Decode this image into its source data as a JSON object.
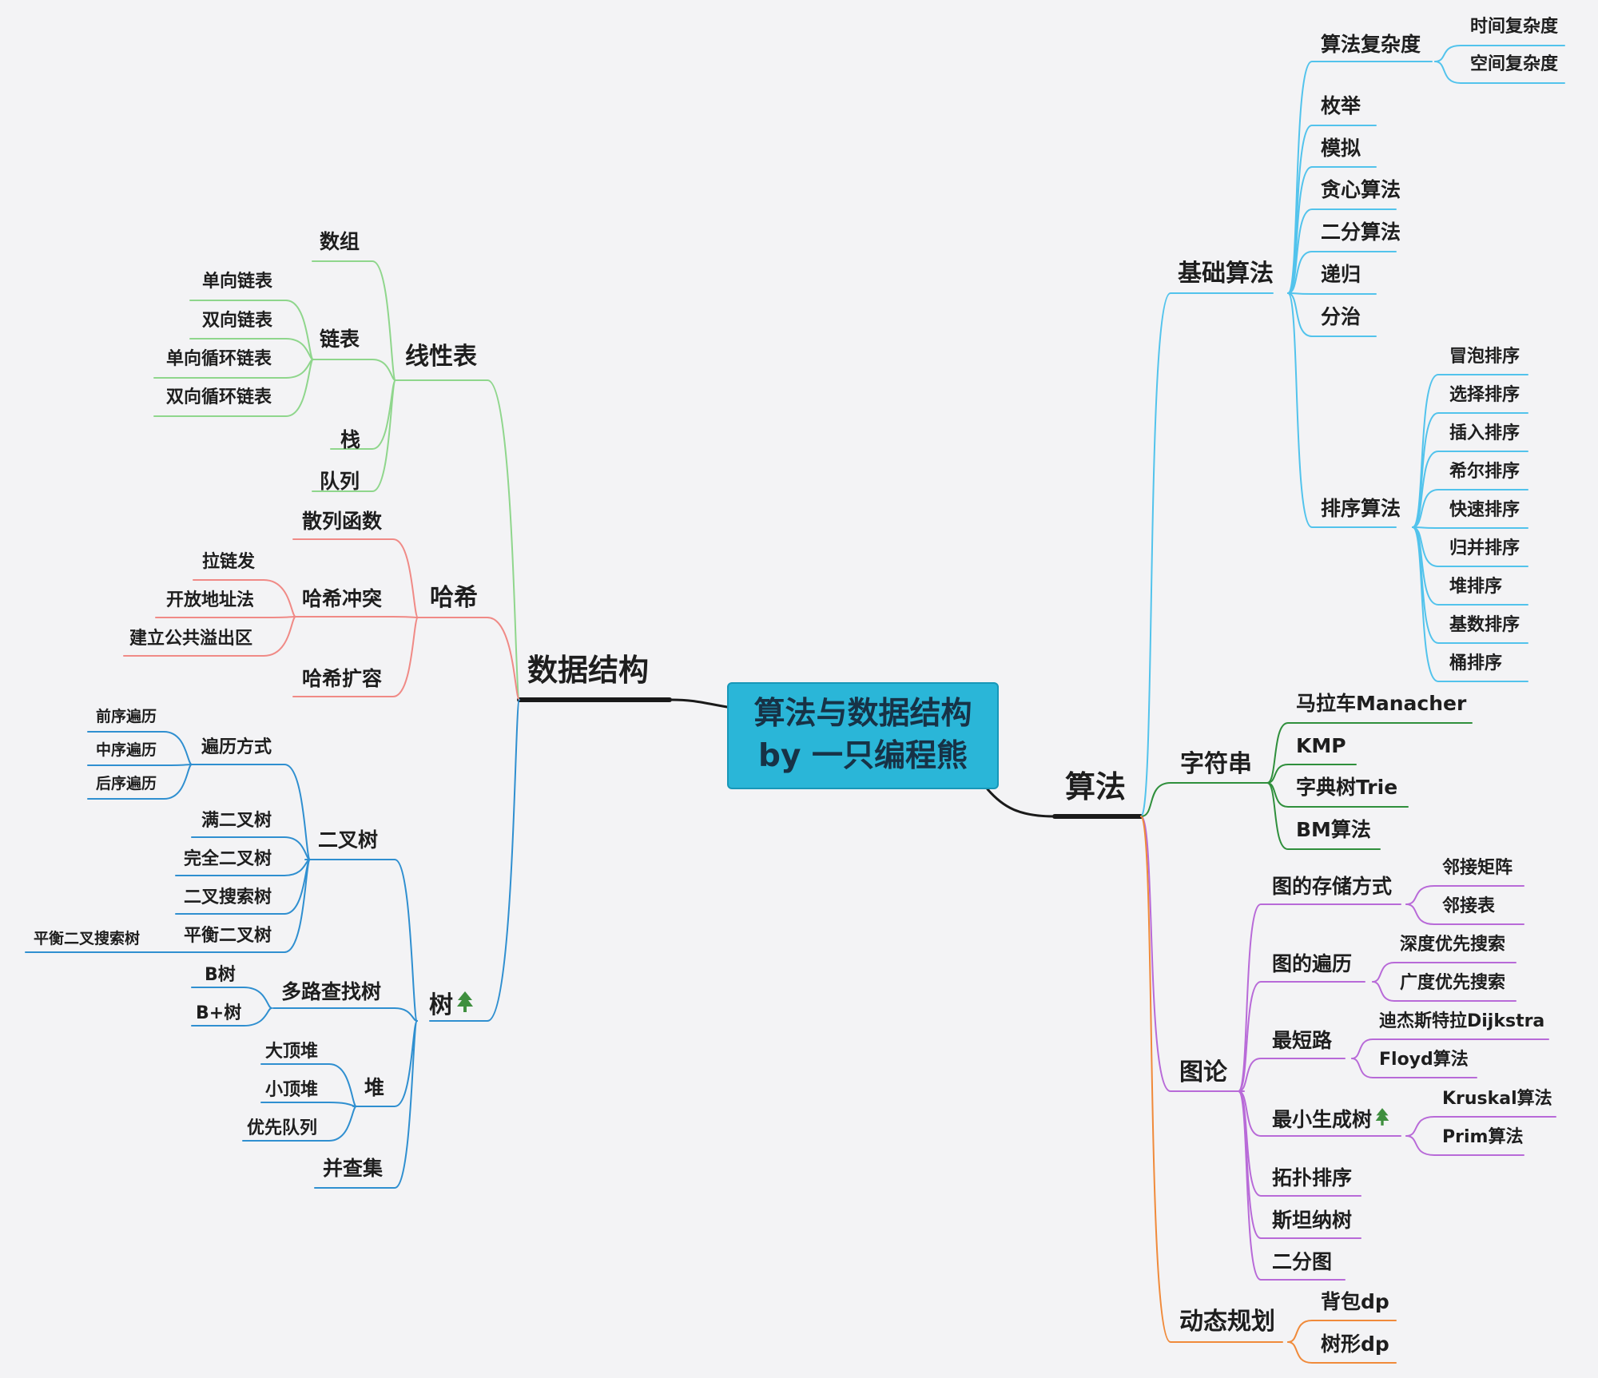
{
  "root": {
    "line1": "算法与数据结构",
    "line2": "by 一只编程熊"
  },
  "branches": {
    "ds": {
      "label": "数据结构",
      "linear": {
        "label": "线性表",
        "array": "数组",
        "linked": {
          "label": "链表",
          "items": [
            "单向链表",
            "双向链表",
            "单向循环链表",
            "双向循环链表"
          ]
        },
        "stack": "栈",
        "queue": "队列"
      },
      "hash": {
        "label": "哈希",
        "func": "散列函数",
        "conflict": {
          "label": "哈希冲突",
          "items": [
            "拉链发",
            "开放地址法",
            "建立公共溢出区"
          ]
        },
        "expand": "哈希扩容"
      },
      "tree": {
        "label": "树",
        "icon": "pine-tree-icon",
        "binary": {
          "label": "二叉树",
          "traversal": {
            "label": "遍历方式",
            "items": [
              "前序遍历",
              "中序遍历",
              "后序遍历"
            ]
          },
          "full": "满二叉树",
          "complete": "完全二叉树",
          "bst": "二叉搜索树",
          "balanced": {
            "label": "平衡二叉树",
            "child": "平衡二叉搜索树"
          }
        },
        "multiway": {
          "label": "多路查找树",
          "items": [
            "B树",
            "B+树"
          ]
        },
        "heap": {
          "label": "堆",
          "items": [
            "大顶堆",
            "小顶堆",
            "优先队列"
          ]
        },
        "dsu": "并查集"
      }
    },
    "algo": {
      "label": "算法",
      "basic": {
        "label": "基础算法",
        "complexity": {
          "label": "算法复杂度",
          "items": [
            "时间复杂度",
            "空间复杂度"
          ]
        },
        "simple": [
          "枚举",
          "模拟",
          "贪心算法",
          "二分算法",
          "递归",
          "分治"
        ],
        "sort": {
          "label": "排序算法",
          "items": [
            "冒泡排序",
            "选择排序",
            "插入排序",
            "希尔排序",
            "快速排序",
            "归并排序",
            "堆排序",
            "基数排序",
            "桶排序"
          ]
        }
      },
      "string": {
        "label": "字符串",
        "items": [
          "马拉车Manacher",
          "KMP",
          "字典树Trie",
          "BM算法"
        ]
      },
      "graph": {
        "label": "图论",
        "storage": {
          "label": "图的存储方式",
          "items": [
            "邻接矩阵",
            "邻接表"
          ]
        },
        "traversal": {
          "label": "图的遍历",
          "items": [
            "深度优先搜索",
            "广度优先搜索"
          ]
        },
        "shortest": {
          "label": "最短路",
          "items": [
            "迪杰斯特拉Dijkstra",
            "Floyd算法"
          ]
        },
        "mst": {
          "label": "最小生成树",
          "icon": "pine-tree-icon",
          "items": [
            "Kruskal算法",
            "Prim算法"
          ]
        },
        "topo": "拓扑排序",
        "steiner": "斯坦纳树",
        "bipartite": "二分图"
      },
      "dp": {
        "label": "动态规划",
        "items": [
          "背包dp",
          "树形dp"
        ]
      }
    }
  },
  "colors": {
    "linear": "#8fd68c",
    "hash": "#f08a86",
    "tree": "#2f8fd0",
    "basic": "#52c3ec",
    "string": "#2f8f3c",
    "graph": "#b86ad8",
    "dp": "#f08a3a",
    "main": "#1a1a1a",
    "root_fill": "#2ab6d8"
  }
}
